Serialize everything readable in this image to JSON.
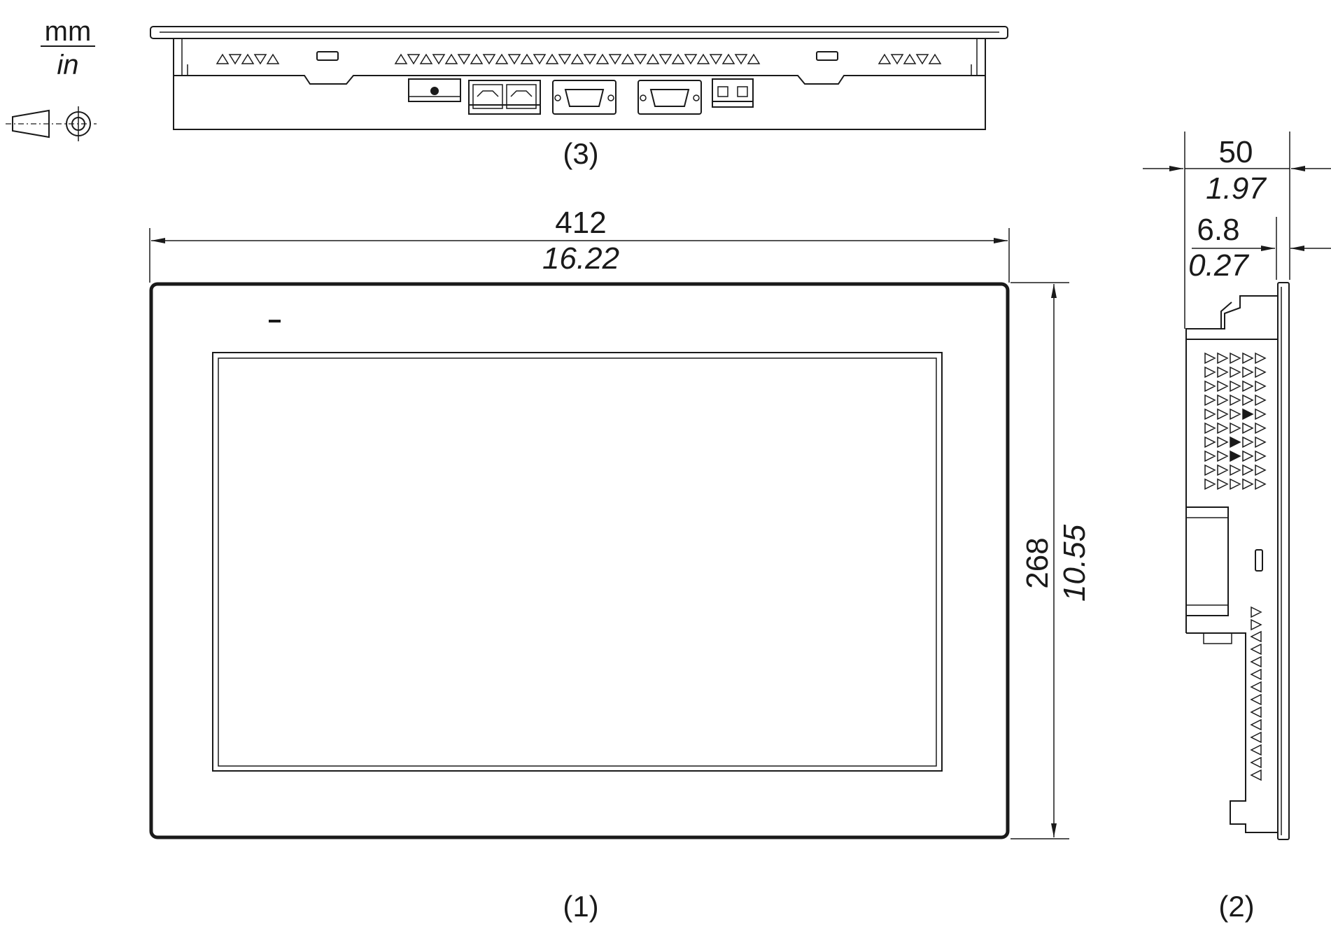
{
  "units": {
    "primary": "mm",
    "secondary": "in"
  },
  "views": {
    "front": {
      "caption": "(1)"
    },
    "side": {
      "caption": "(2)"
    },
    "top": {
      "caption": "(3)"
    }
  },
  "dimensions": {
    "width": {
      "mm": "412",
      "in": "16.22"
    },
    "height": {
      "mm": "268",
      "in": "10.55"
    },
    "depth": {
      "mm": "50",
      "in": "1.97"
    },
    "front_bezel": {
      "mm": "6.8",
      "in": "0.27"
    }
  },
  "symbols": {
    "projection": "first-angle-projection-icon"
  }
}
